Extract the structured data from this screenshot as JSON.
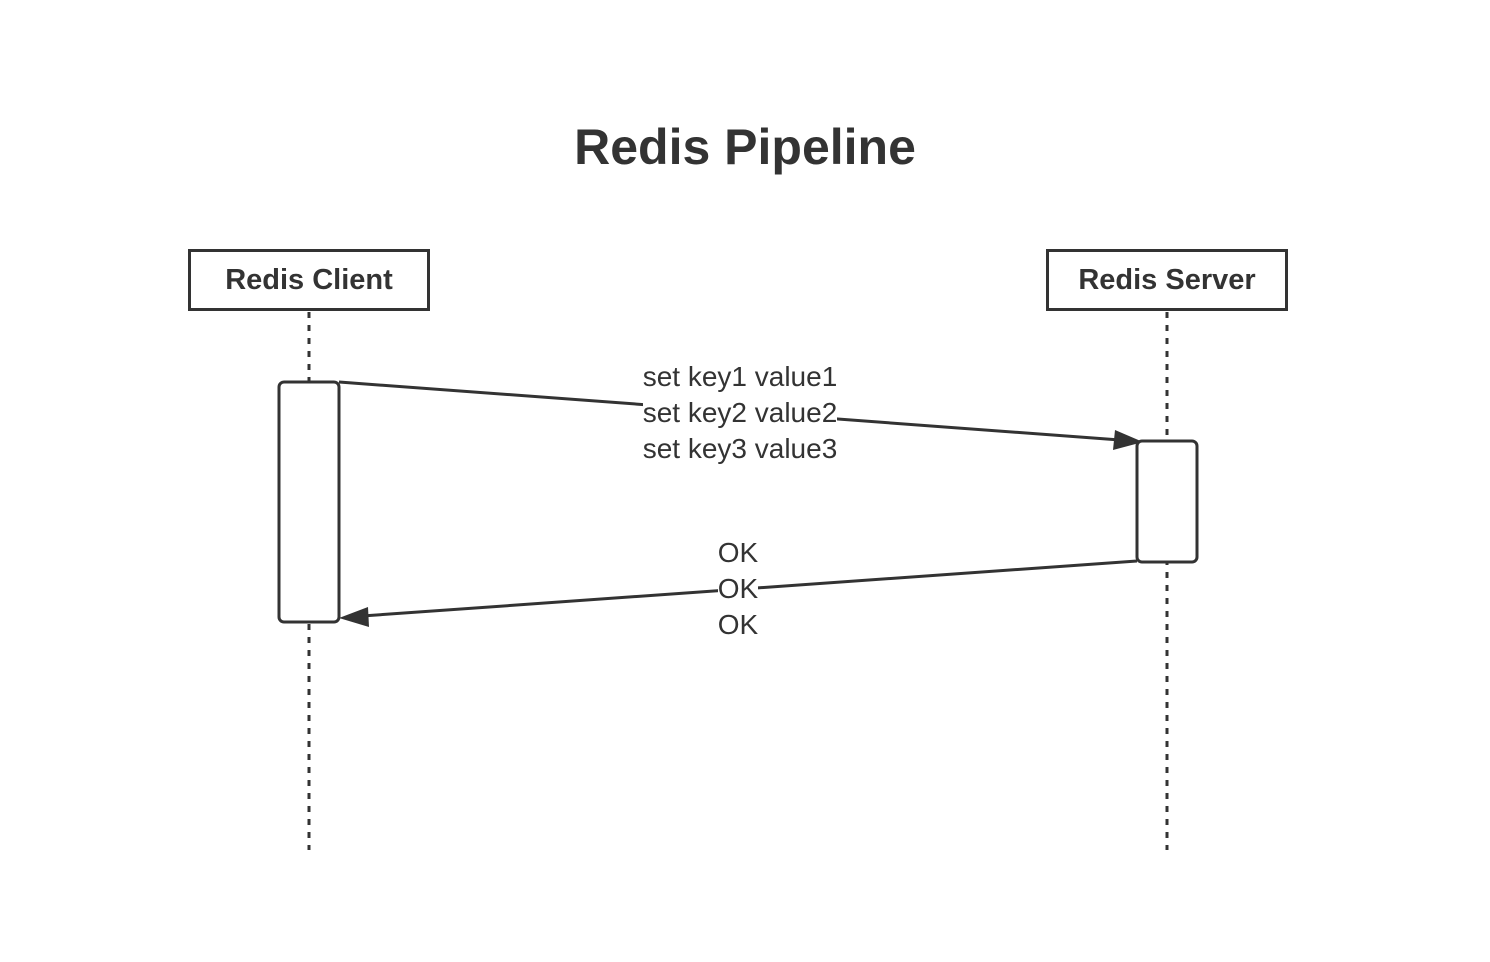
{
  "title": "Redis Pipeline",
  "participants": {
    "client": {
      "label": "Redis Client"
    },
    "server": {
      "label": "Redis Server"
    }
  },
  "messages": {
    "request": {
      "lines": [
        "set key1 value1",
        "set key2 value2",
        "set key3 value3"
      ]
    },
    "response": {
      "lines": [
        "OK",
        "OK",
        "OK"
      ]
    }
  },
  "colors": {
    "stroke": "#333333",
    "background": "#ffffff"
  }
}
